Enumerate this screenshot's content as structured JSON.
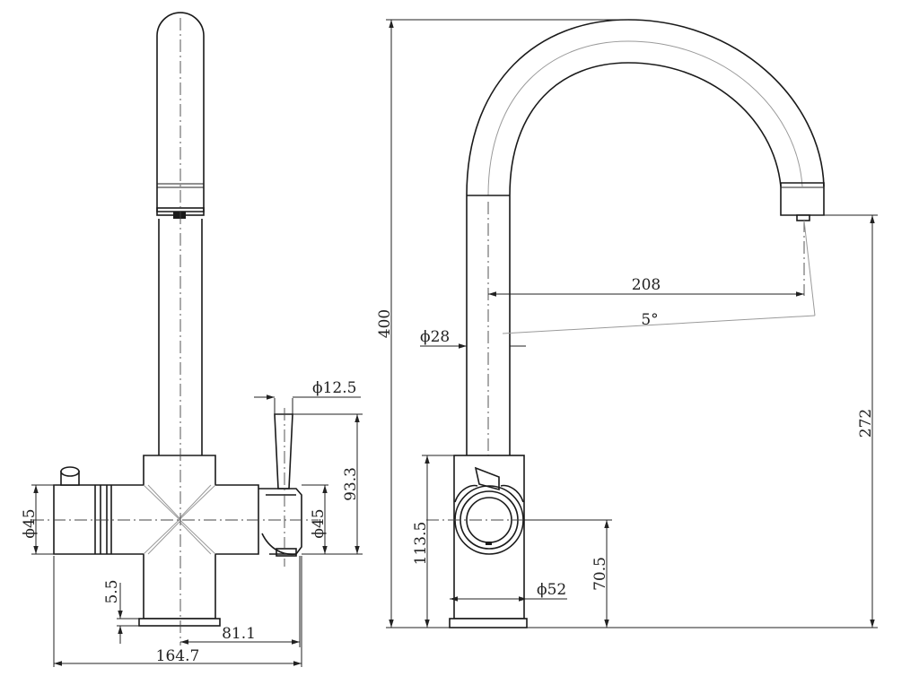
{
  "dimensions": {
    "left_body_dia": "ϕ45",
    "right_body_dia": "ϕ45",
    "handle_dia": "ϕ12.5",
    "handle_height": "93.3",
    "base_offset": "5.5",
    "half_width": "81.1",
    "total_width": "164.7",
    "total_height": "400",
    "spout_reach": "208",
    "spout_angle": "5°",
    "spout_dia": "ϕ28",
    "spout_height": "272",
    "body_height": "113.5",
    "lever_height": "70.5",
    "base_dia": "ϕ52"
  }
}
